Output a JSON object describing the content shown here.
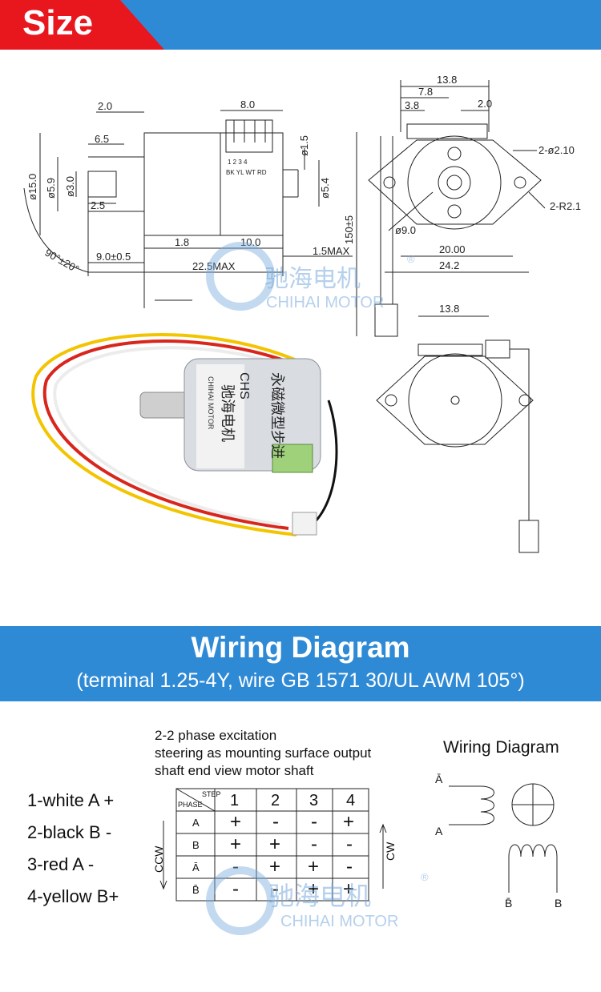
{
  "header": {
    "tab_label": "Size"
  },
  "dimensions": {
    "side": {
      "d1": "2.0",
      "d2": "8.0",
      "d3": "6.5",
      "d4": "ø15.0",
      "d5": "ø5.9",
      "d6": "ø3.0",
      "d7": "2.5",
      "d8": "ø1.5",
      "d9": "ø5.4",
      "d10": "1.8",
      "d11": "10.0",
      "d12": "9.0±0.5",
      "d13": "22.5MAX",
      "d14": "1.5MAX",
      "d15": "90°±20°",
      "pins": "1   2   3   4",
      "pin_colors": "BK  YL  WT  RD"
    },
    "front": {
      "d1": "13.8",
      "d2": "7.8",
      "d3": "3.8",
      "d4": "2.0",
      "d5": "2-ø2.10",
      "d6": "2-R2.1",
      "d7": "ø9.0",
      "d8": "20.00",
      "d9": "24.2",
      "d10": "150±5"
    },
    "bottom": {
      "d1": "13.8"
    }
  },
  "watermark": {
    "cn": "驰海电机",
    "en": "CHIHAI MOTOR",
    "reg": "®"
  },
  "motor_label": {
    "cn1": "驰海电机",
    "en": "CHIHAI MOTOR",
    "cn2": "永磁微型步进",
    "model": "CHS"
  },
  "banner": {
    "title": "Wiring Diagram",
    "subtitle": "(terminal 1.25-4Y, wire GB 1571 30/UL AWM 105°)"
  },
  "wires": [
    "1-white A +",
    "2-black B -",
    "3-red A -",
    "4-yellow B+"
  ],
  "notes": [
    "2-2 phase excitation",
    "steering as mounting surface output",
    "shaft end view motor shaft"
  ],
  "phase_table": {
    "step_label": "STEP",
    "phase_label": "PHASE",
    "steps": [
      "1",
      "2",
      "3",
      "4"
    ],
    "phases": [
      "A",
      "B",
      "Ā",
      "B̄"
    ],
    "rows": [
      [
        "+",
        "-",
        "-",
        "+"
      ],
      [
        "+",
        "+",
        "-",
        "-"
      ],
      [
        "-",
        "+",
        "+",
        "-"
      ],
      [
        "-",
        "-",
        "+",
        "+"
      ]
    ],
    "ccw": "CCW",
    "cw": "CW"
  },
  "schematic": {
    "title": "Wiring Diagram",
    "a_bar": "Ā",
    "a": "A",
    "b_bar": "B̄",
    "b": "B"
  },
  "colors": {
    "blue": "#2f8ad6",
    "red": "#e8171e",
    "watermark": "#8ab4dc"
  }
}
